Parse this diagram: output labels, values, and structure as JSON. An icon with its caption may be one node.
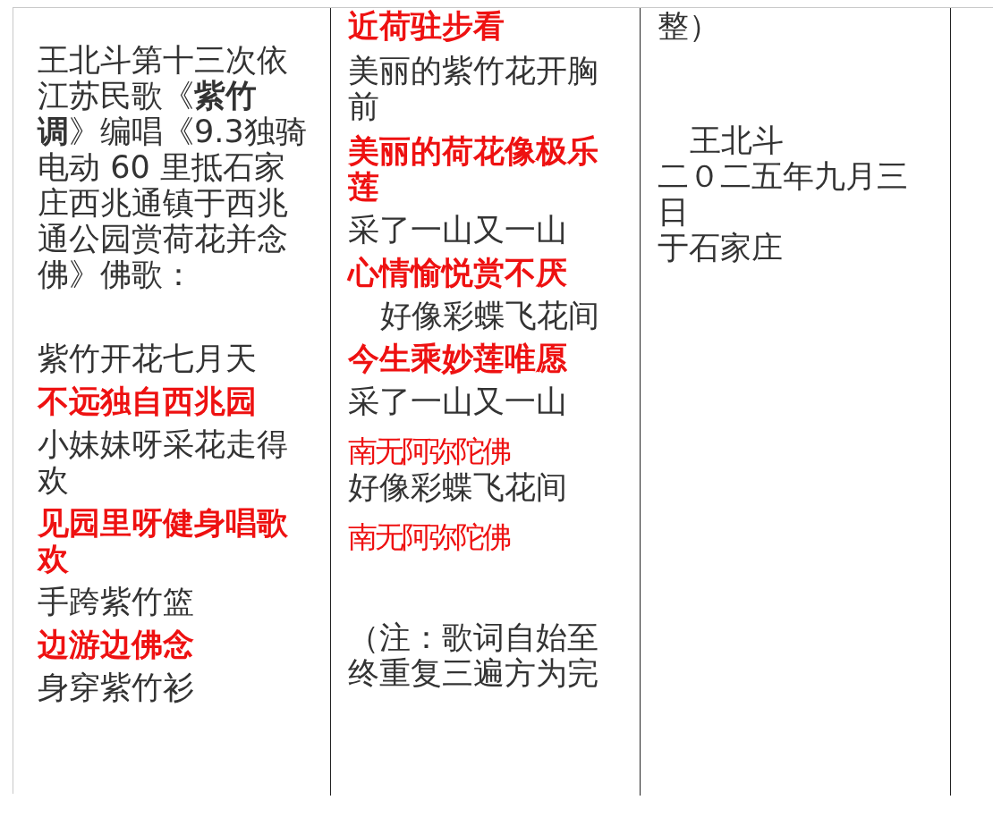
{
  "diagram": {
    "nodes": [
      {
        "text": [
          "王北斗第十三次依江苏民歌《**紫竹调**》编唱《9.3独骑电动 60 里抵石家庄西兆通镇于西兆通公园赏荷花并念佛》佛歌：",
          "紫竹开花七月天",
          "不远独自西兆园",
          "小妹妹呀采花走得欢",
          "见园里呀健身唱歌欢",
          "手跨紫竹篮",
          "边游边佛念",
          "身穿紫竹衫"
        ]
      },
      {
        "text": [
          "近荷驻步看",
          "美丽的紫竹花开胸前",
          "美丽的荷花像极乐莲",
          "采了一山又一山",
          "心情愉悦赏不厌",
          "好像彩蝶飞花间",
          "今生乘妙莲唯愿",
          "采了一山又一山",
          "南无阿弥陀佛",
          "好像彩蝶飞花间",
          "南无阿弥陀佛",
          "（注：歌词自始至终重复三遍方为完"
        ]
      },
      {
        "text": [
          "整）",
          "王北斗",
          "二０二五年九月三日",
          "于石家庄"
        ]
      }
    ]
  }
}
